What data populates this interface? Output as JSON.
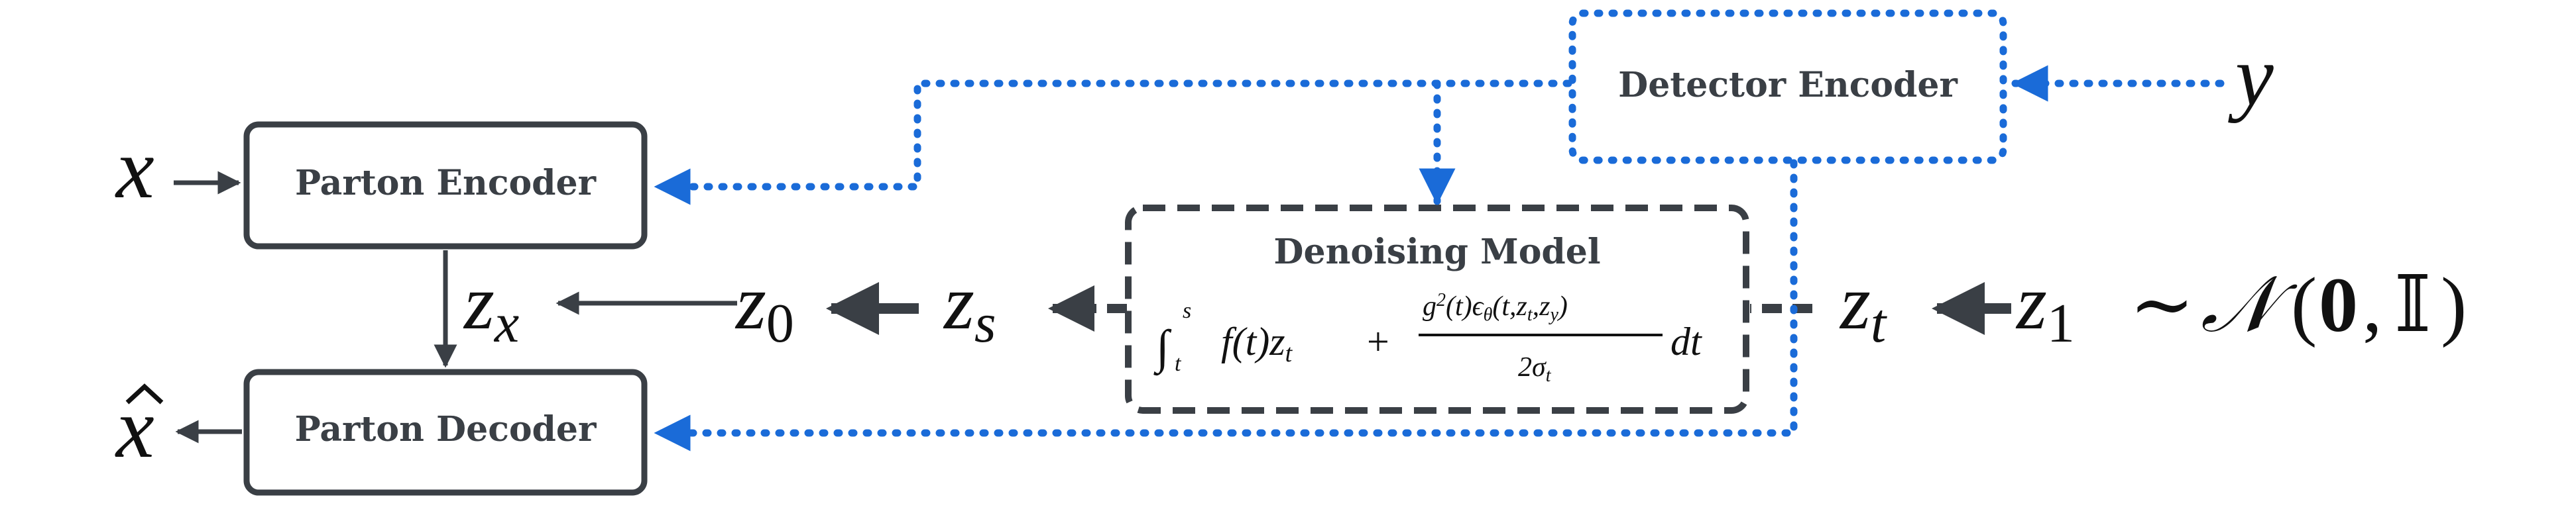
{
  "boxes": {
    "parton_encoder": "Parton Encoder",
    "parton_decoder": "Parton Decoder",
    "detector_encoder": "Detector Encoder",
    "denoising_model": "Denoising Model"
  },
  "symbols": {
    "x": "x",
    "x_hat": "x",
    "y": "y",
    "z_x": "z",
    "z_x_sub": "x",
    "z_0": "z",
    "z_0_sub": "0",
    "z_s": "z",
    "z_s_sub": "s",
    "z_t": "z",
    "z_t_sub": "t",
    "z_1": "z",
    "z_1_sub": "1"
  },
  "prior": {
    "tilde": "∼",
    "calN": "𝒩",
    "open_paren": "(",
    "zero": "0",
    "comma": ",",
    "identity": "𝕀",
    "close_paren": ")"
  },
  "equation": {
    "integral": "∫",
    "upper_limit": "s",
    "lower_limit": "t",
    "drift": "f(t)z",
    "drift_sub": "t",
    "plus": "+",
    "numerator": "g",
    "numerator_sup": "2",
    "numerator_rest": "(t)ϵ",
    "numerator_theta": "θ",
    "numerator_args": "(t,z",
    "numerator_args_t": "t",
    "numerator_args_mid": ",z",
    "numerator_args_y": "y",
    "numerator_args_end": ")",
    "denominator": "2σ",
    "denominator_sub": "t",
    "dt": "dt"
  },
  "colors": {
    "box_stroke": "#3a3f45",
    "arrow": "#3a3f45",
    "conditioning": "#1a6bd8"
  }
}
